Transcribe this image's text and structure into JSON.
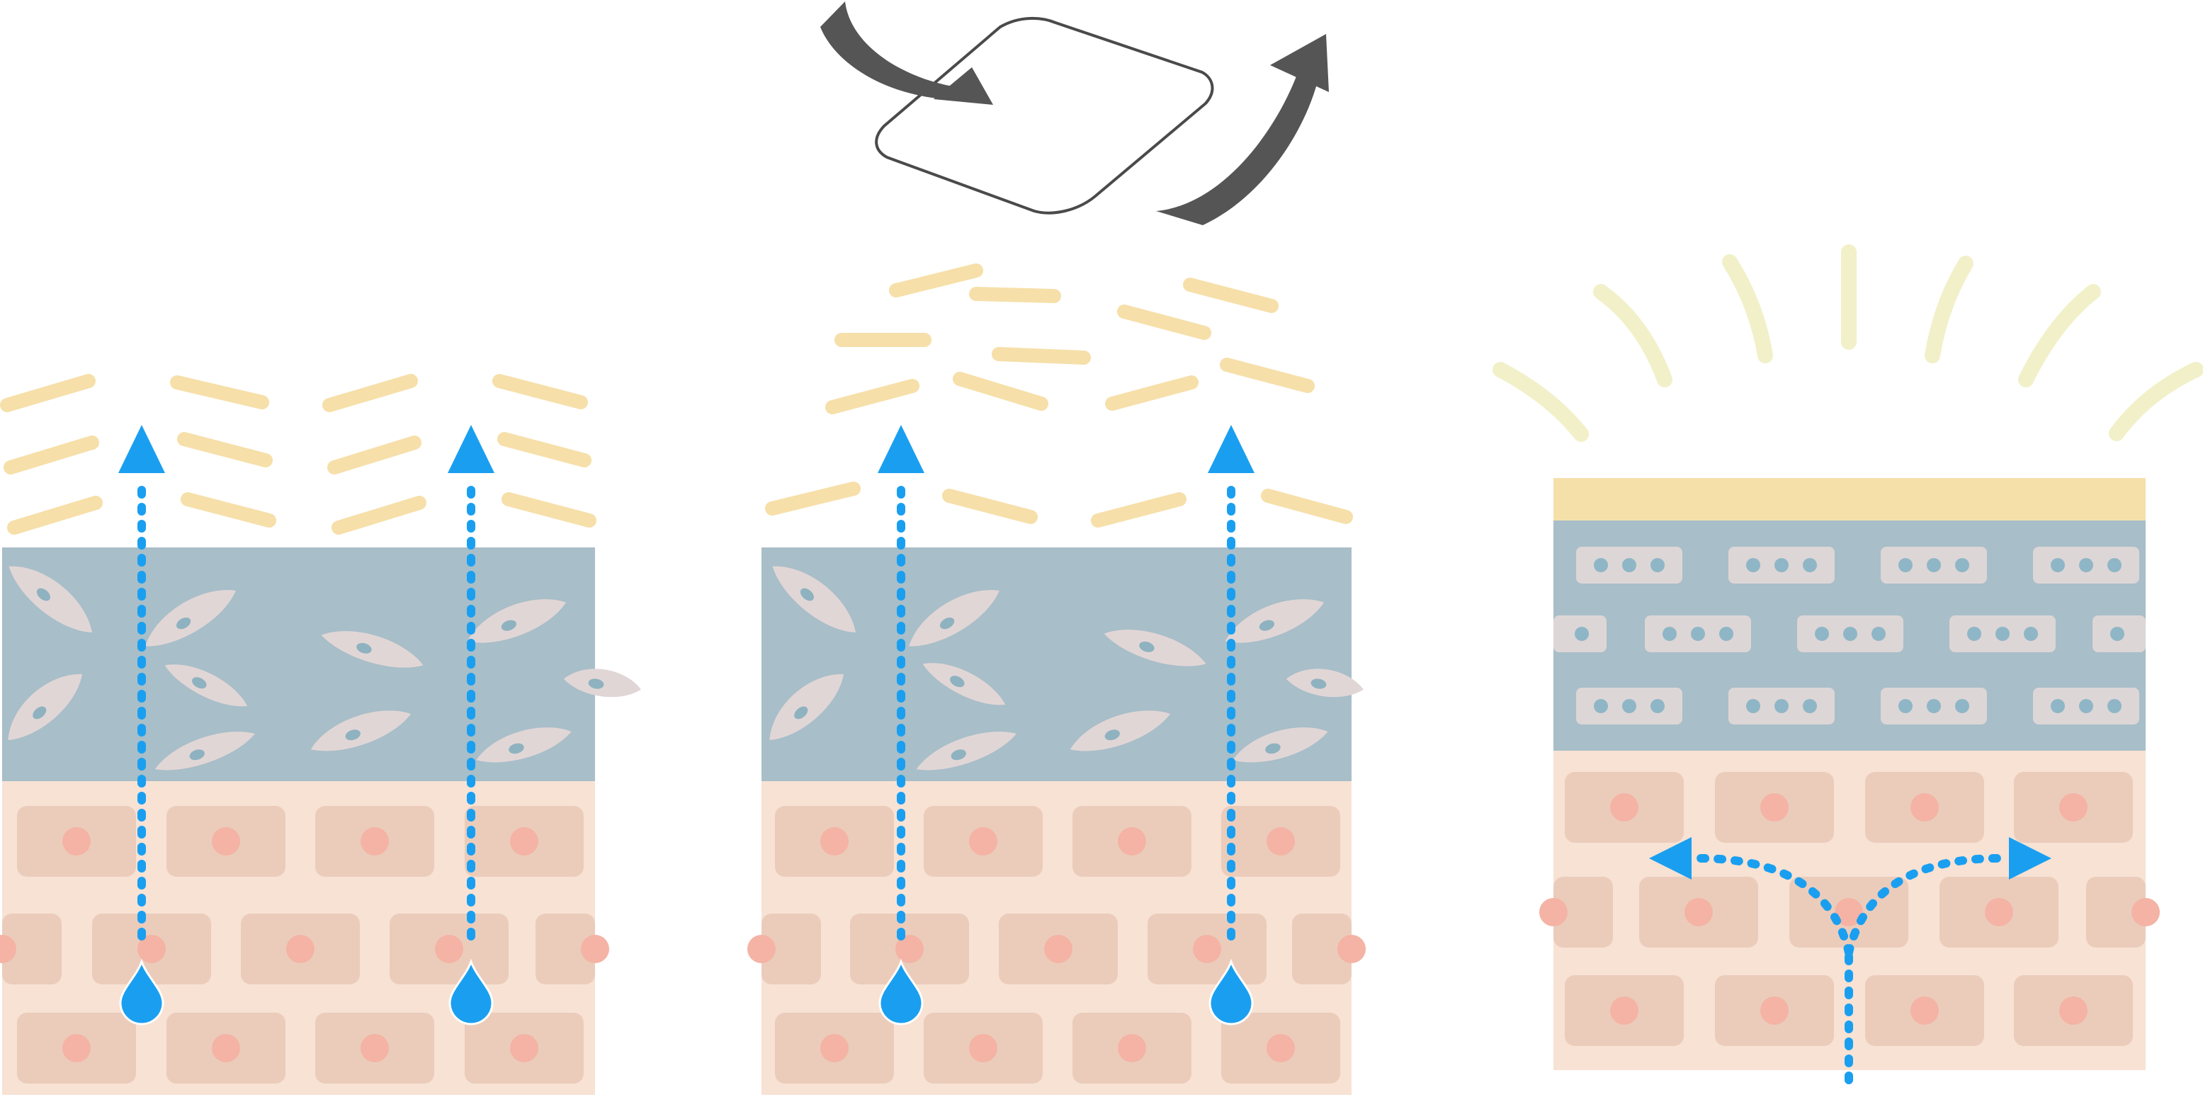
{
  "colors": {
    "background": "#ffffff",
    "upper_layer": "#a8bec8",
    "lower_layer": "#f7e2d4",
    "cell_block": "#ebccbb",
    "cell_nucleus": "#f4b3a4",
    "spindle_cell": "#e1d6d6",
    "spindle_nucleus": "#8fb2c0",
    "flake": "#f6dfa9",
    "moisture": "#1a9ff0",
    "film_outline": "#4a4a4a",
    "curved_arrow": "#555555",
    "top_band": "#f6e0aa",
    "radiance": "#f1f0c8",
    "stacked_cell": "#ddd6d6",
    "stacked_dot": "#8fb6c6"
  },
  "panels": [
    {
      "id": "panel-left",
      "state": "moisture escaping through dry surface"
    },
    {
      "id": "panel-middle",
      "state": "surface flakes dispersed while film applied"
    },
    {
      "id": "panel-right",
      "state": "sealed layer with moisture retained"
    }
  ],
  "icons": [
    "water-drop-icon",
    "up-arrow-icon",
    "curved-arrow-icon",
    "film-sheet-icon",
    "side-arrow-icon",
    "radiance-line-icon"
  ]
}
